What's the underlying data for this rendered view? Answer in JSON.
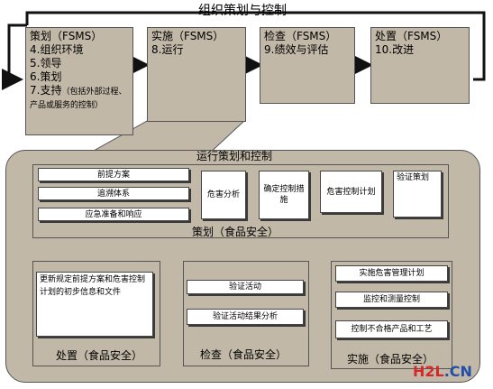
{
  "top": {
    "title": "组织策划与控制",
    "stages": [
      {
        "lines": [
          "策划（FSMS）",
          "4.组织环境",
          "5.领导",
          "6.策划",
          "7.支持"
        ],
        "note": "（包括外部过程、产品或服务的控制）"
      },
      {
        "lines": [
          "实施（FSMS）",
          "8.运行"
        ]
      },
      {
        "lines": [
          "检查（FSMS）",
          "9.绩效与评估"
        ]
      },
      {
        "lines": [
          "处置（FSMS）",
          "10.改进"
        ]
      }
    ]
  },
  "operation": {
    "title": "运行策划和控制",
    "plan": {
      "label": "策划（食品安全）",
      "prereq": [
        "前提方案",
        "追溯体系",
        "应急准备和响应"
      ],
      "hazard_analysis": "危害分析",
      "control_measures": "确定控制措施",
      "hazard_control_plan": "危害控制计划",
      "verification_plan": "验证策划"
    },
    "implement": {
      "label": "实施（食品安全）",
      "items": [
        "实施危害管理计划",
        "监控和测量控制",
        "控制不合格产品和工艺"
      ]
    },
    "check": {
      "label": "检查（食品安全）",
      "items": [
        "验证活动",
        "验证活动结果分析"
      ]
    },
    "act": {
      "label": "处置（食品安全）",
      "text": "更新规定前提方案和危害控制计划的初步信息和文件"
    }
  },
  "watermark": {
    "part1": "H2L",
    "part2": ".CN"
  },
  "colors": {
    "box": "#c2b8a8",
    "panel": "#c2b8a8",
    "accent_red": "#d62828",
    "accent_blue": "#1f4fa8"
  }
}
